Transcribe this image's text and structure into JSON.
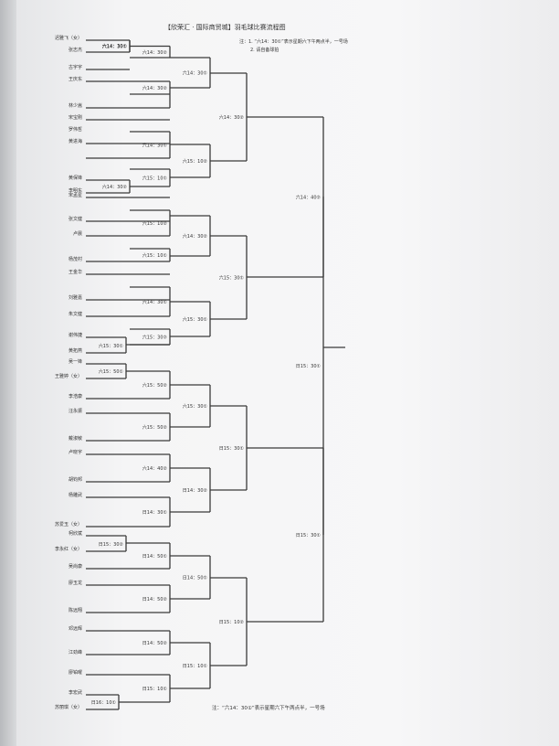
{
  "header": {
    "title": "【欣荣汇 · 国际商贸城】羽毛球比赛流程图",
    "note_line1": "注：1. “六14：30①”表示星期六下午两点半，一号场",
    "note_line2": "2. 请自备球拍"
  },
  "footer": {
    "note": "注：“六14：30①”表示星期六下午两点半，一号场"
  },
  "players": [
    "迟雅飞（女）",
    "张志杰",
    "古宇宇",
    "王庆东",
    "林少嵩",
    "宋宝刚",
    "黄进海",
    "罗伟哲",
    "黄保锋",
    "李明东",
    "宋孟星",
    "张文健",
    "卢晨",
    "杨茂村",
    "王金华",
    "刘雅嘉",
    "朱文健",
    "谢伟捷",
    "黄拓燕",
    "吴一锋",
    "王雅婷（女）",
    "李浩康",
    "汪永振",
    "戴淑敏",
    "卢晓宇",
    "胡钧邦",
    "杨雕武",
    "苏爱玉（女）",
    "柯欣斌",
    "李永红（女）",
    "吴尚康",
    "廖玉龙",
    "陈远翔",
    "邓远辉",
    "江劲峰",
    "廖铂曜",
    "李宏武",
    "苏丽琪（女）"
  ],
  "match_times": [
    "六14：30①",
    "六14：30②",
    "六14：30②",
    "六14：30①",
    "六14：30①",
    "六14：30②",
    "六15：10①",
    "六15：10②",
    "六14：30②",
    "六15：10②",
    "六15：10①",
    "六14：30②",
    "六14：30①",
    "六15：30①",
    "六15：30②",
    "六15：30①",
    "六15：30①",
    "六14：40②",
    "六15：50①",
    "六15：50②",
    "六15：50②",
    "六15：30①",
    "六14：40②",
    "日14：30①",
    "日14：30②",
    "日15：30①",
    "日15：30②",
    "日14：50①",
    "日14：50②",
    "日14：50①",
    "日14：50②",
    "日16：10①",
    "日15：10①",
    "日15：10①",
    "日15：10②",
    "日15：30①",
    "日15：30①",
    "日15：30①"
  ]
}
